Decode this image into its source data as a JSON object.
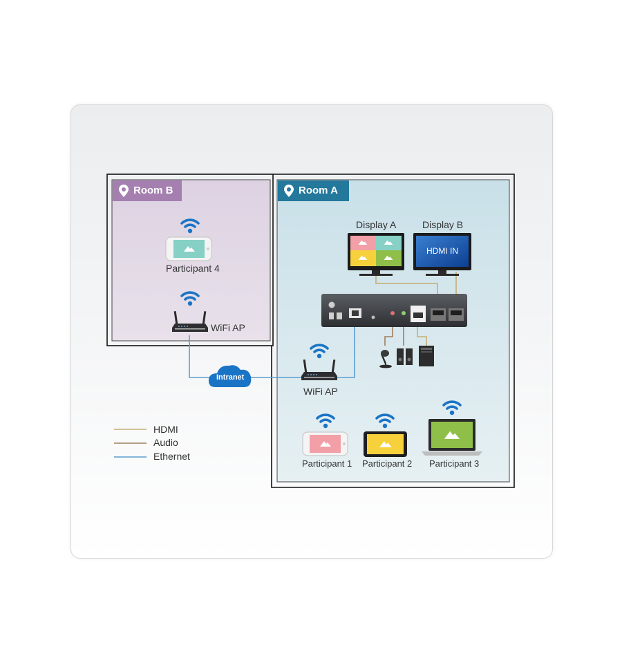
{
  "rooms": {
    "room_b": {
      "label": "Room B",
      "color": "#a57fb0"
    },
    "room_a": {
      "label": "Room A",
      "color": "#23789b"
    }
  },
  "displays": {
    "display_a": {
      "label": "Display A"
    },
    "display_b": {
      "label": "Display B",
      "screen_text": "HDMI IN"
    }
  },
  "devices": {
    "wifi_ap_b": {
      "label": "WiFi AP"
    },
    "wifi_ap_a": {
      "label": "WiFi AP"
    },
    "cloud": {
      "label": "Intranet"
    }
  },
  "participants": [
    {
      "label": "Participant 4",
      "device": "phone",
      "screen_color": "#86d0c6"
    },
    {
      "label": "Participant 1",
      "device": "phone",
      "screen_color": "#f29fa7"
    },
    {
      "label": "Participant 2",
      "device": "tablet",
      "screen_color": "#f6d13c"
    },
    {
      "label": "Participant 3",
      "device": "laptop",
      "screen_color": "#8fbf48"
    }
  ],
  "legend": [
    {
      "label": "HDMI",
      "color": "#c4ad72"
    },
    {
      "label": "Audio",
      "color": "#9e7f5c"
    },
    {
      "label": "Ethernet",
      "color": "#5b9ed0"
    }
  ],
  "colors": {
    "wifi_signal": "#1a74c6",
    "room_b_bg": "#e3d9e6",
    "room_a_bg": "#d2e5ec",
    "cloud": "#1a74c6"
  }
}
